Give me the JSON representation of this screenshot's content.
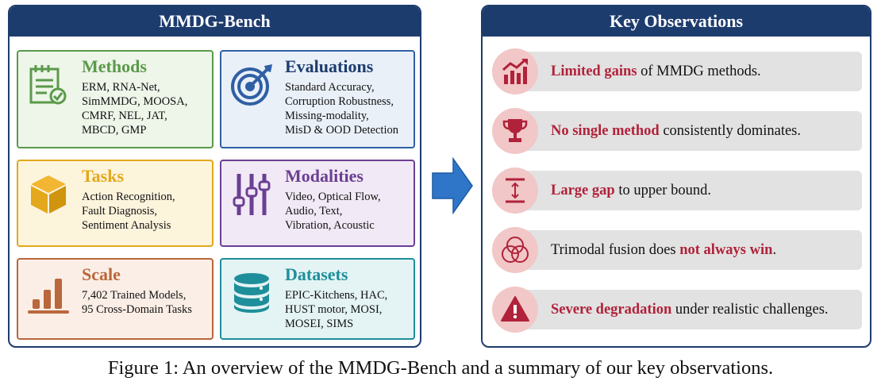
{
  "left_panel": {
    "title": "MMDG-Bench",
    "cards": {
      "methods": {
        "title": "Methods",
        "items": "ERM, RNA-Net,\nSimMMDG, MOOSA,\nCMRF, NEL, JAT,\nMBCD, GMP",
        "icon": "checklist-icon",
        "color": "#5a9a4a",
        "bg": "#eef5e9"
      },
      "evaluations": {
        "title": "Evaluations",
        "items": "Standard Accuracy,\nCorruption Robustness,\nMissing-modality,\nMisD & OOD Detection",
        "icon": "target-icon",
        "color": "#2f5fa4",
        "bg": "#e9f0f8"
      },
      "tasks": {
        "title": "Tasks",
        "items": "Action Recognition,\nFault Diagnosis,\nSentiment Analysis",
        "icon": "cube-icon",
        "color": "#e3a81b",
        "bg": "#fdf4dc"
      },
      "modalities": {
        "title": "Modalities",
        "items": "Video, Optical Flow,\nAudio, Text,\nVibration, Acoustic",
        "icon": "sliders-icon",
        "color": "#6b3f93",
        "bg": "#f1e9f5"
      },
      "scale": {
        "title": "Scale",
        "items": "7,402 Trained Models,\n95 Cross-Domain Tasks",
        "icon": "bar-chart-icon",
        "color": "#b9673c",
        "bg": "#fbeee6"
      },
      "datasets": {
        "title": "Datasets",
        "items": "EPIC-Kitchens, HAC,\nHUST motor, MOSI,\nMOSEI, SIMS",
        "icon": "database-icon",
        "color": "#1e8f9a",
        "bg": "#e4f3f4"
      }
    }
  },
  "right_panel": {
    "title": "Key Observations",
    "observations": [
      {
        "icon": "trend-up-icon",
        "pre": "",
        "highlight": "Limited gains",
        "post": " of MMDG methods."
      },
      {
        "icon": "trophy-icon",
        "pre": "",
        "highlight": "No single method",
        "post": " consistently dominates."
      },
      {
        "icon": "gap-icon",
        "pre": "",
        "highlight": "Large gap",
        "post": " to upper bound."
      },
      {
        "icon": "venn-icon",
        "pre": "Trimodal fusion does ",
        "highlight": "not always win",
        "post": "."
      },
      {
        "icon": "warning-icon",
        "pre": "",
        "highlight": "Severe degradation",
        "post": " under realistic challenges."
      }
    ]
  },
  "colors": {
    "navy": "#1d3c6e",
    "highlight": "#b0223a",
    "obs_circle": "#f2c7c7",
    "obs_bar": "#e2e2e2",
    "arrow": "#2f76c9"
  },
  "caption": "Figure 1: An overview of the MMDG-Bench and a summary of our key observations."
}
